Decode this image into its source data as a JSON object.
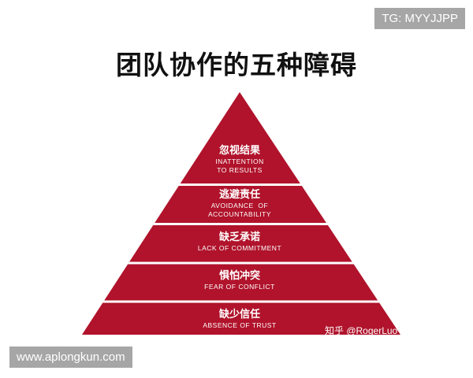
{
  "title": "团队协作的五种障碍",
  "colors": {
    "layer": "#b0132b",
    "separator": "#ffffff"
  },
  "layers": [
    {
      "cn": "忽视结果",
      "en": [
        "INATTENTION",
        "TO RESULTS"
      ]
    },
    {
      "cn": "逃避责任",
      "en": [
        "AVOIDANCE  OF",
        "ACCOUNTABILITY"
      ]
    },
    {
      "cn": "缺乏承诺",
      "en": [
        "LACK OF COMMITMENT"
      ]
    },
    {
      "cn": "惧怕冲突",
      "en": [
        "FEAR OF CONFLICT"
      ]
    },
    {
      "cn": "缺少信任",
      "en": [
        "ABSENCE OF TRUST"
      ]
    }
  ],
  "credit": "知乎 @RogerLuo",
  "watermark_top": "TG: MYYJJPP",
  "watermark_bottom": "www.aplongkun.com"
}
